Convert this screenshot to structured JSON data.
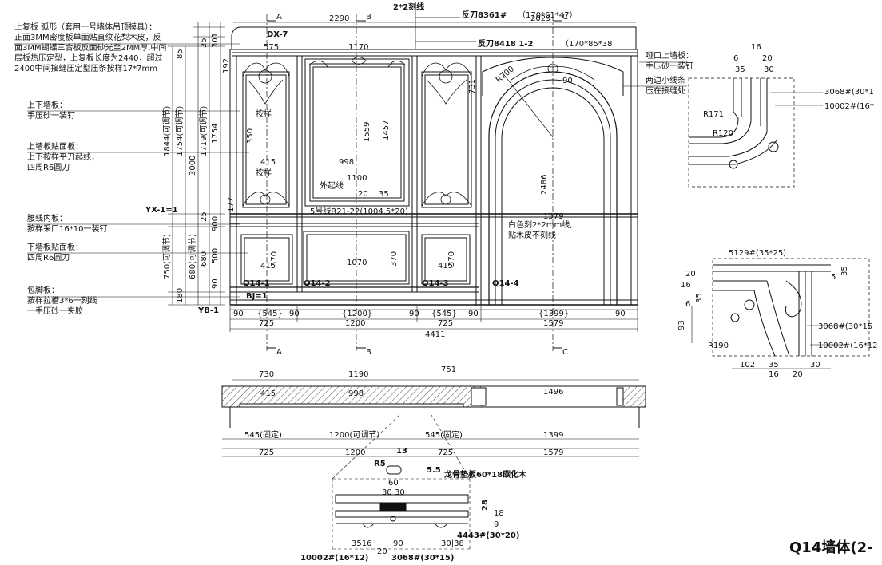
{
  "title": "Q14墙体(2-",
  "notes": {
    "top_cap": [
      "上复板 弧形（套用一号墙体吊顶模具）：",
      "正面3MM密度板单面贴直纹花梨木皮，反",
      "面3MM蝴蝶三合板反面砂光至2MM厚,中间",
      "层板热压定型，上复板长度为2440，超过",
      "2400中间接缝压定型压条按样17*7mm"
    ],
    "upper_panel": [
      "上下墙板：",
      "手压砂一装钉"
    ],
    "upper_face": [
      "上墙板贴面板：",
      "上下按样平刀起线，",
      "四周R6圆刀"
    ],
    "waist": [
      "腰线内板：",
      "按样采口16*10一装钉"
    ],
    "lower_face": [
      "下墙板贴面板：",
      "四周R6圆刀"
    ],
    "base": [
      "包脚板：",
      "按样拉槽3*6一刻线",
      "一手压砂一夹胶"
    ],
    "arch_top": [
      "哑口上墙板：",
      "手压砂一装钉"
    ],
    "arch_side": [
      "两边小线条",
      "压在接缝处"
    ],
    "white_line": [
      "白色刻2*2mm线,",
      "贴木皮不刻线"
    ]
  },
  "labels": {
    "dx7": "DX-7",
    "yx1": "YX-1=1",
    "yb1": "YB-1",
    "bj1": "BJ=1",
    "section_a": "A",
    "section_b": "B",
    "section_c": "C",
    "q14_1": "Q14-1",
    "q14_2": "Q14-2",
    "q14_3": "Q14-3",
    "q14_4": "Q14-4",
    "cut_line": "2*2刻线",
    "blade1_name": "反刀8361#",
    "blade1_size": "（170*61*47）",
    "blade2_name": "反刀8418 1-2",
    "blade2_size": "（170*85*38",
    "arch_r": "R700",
    "sample1": "按样",
    "sample2": "按样",
    "outer_line": "外起线",
    "keel": "龙骨垫板60*18碳化木",
    "moulding_5129": "5129#(35*25)",
    "moulding_3068": "3068#(30*15",
    "moulding_10002": "10002#(16*12",
    "moulding_3068b": "3068#(30*1",
    "moulding_10002b": "10002#(16*",
    "moulding_4443": "4443#(30*20)",
    "moulding_10002c": "10002#(16*12)",
    "moulding_3068c": "3068#(30*15)",
    "small_note": "5号线R21-22(1004.5*20)"
  },
  "dims": {
    "top_2290": "2290",
    "top_2029": "2029",
    "w725a": "725",
    "w1200": "1200",
    "w725b": "725",
    "w1579": "1579",
    "total_4411": "4411",
    "s90": "90",
    "s545": "{545}",
    "s1200": "{1200}",
    "s1399": "{1399}",
    "h3000": "3000",
    "h1844": "1844(可调节)",
    "h1754": "1754(可调节)",
    "h1719": "1719(可调节)",
    "h1754b": "1754",
    "h750": "750(可调节)",
    "h680": "680(可调节)",
    "h680b": "680",
    "h500": "500",
    "h900": "900",
    "h85": "85",
    "h301": "301",
    "h35": "35",
    "h192": "192",
    "h180": "180",
    "h90": "90",
    "h25": "25",
    "h177": "177",
    "d1170": "1170",
    "d998": "998",
    "d1100": "1100",
    "d1559": "1559",
    "d1457": "1457",
    "d415": "415",
    "d350": "350",
    "d370": "370",
    "d1070": "1070",
    "d2486": "2486",
    "d731": "731",
    "d575": "575",
    "d20": "20",
    "d35": "35",
    "d90": "90",
    "plan_730": "730",
    "plan_1190": "1190",
    "plan_751": "751",
    "plan_415": "415",
    "plan_998": "998",
    "plan_1496": "1496",
    "plan_545a": "545(固定)",
    "plan_1200": "1200(可调节)",
    "plan_545b": "545(固定)",
    "plan_1399": "1399",
    "det_13": "13",
    "det_r5": "R5",
    "det_55": "5.5",
    "det_60": "60",
    "det_30a": "30",
    "det_30b": "30",
    "det_28": "28",
    "det_18": "18",
    "det_9": "9",
    "det_3516": "3516",
    "det_30c": "30",
    "det_90": "90",
    "det_3038": "30|38",
    "det_20": "20",
    "tr_16": "16",
    "tr_6": "6",
    "tr_20": "20",
    "tr_35": "35",
    "tr_30": "30",
    "tr_r171": "R171",
    "tr_r120": "R120",
    "br_20": "20",
    "br_16": "16",
    "br_35": "35",
    "br_6": "6",
    "br_93": "93",
    "br_r190": "R190",
    "br_102": "102",
    "br_35b": "35",
    "br_16b": "16",
    "br_20b": "20",
    "br_30": "30",
    "br_5": "5",
    "br_35c": "35"
  }
}
